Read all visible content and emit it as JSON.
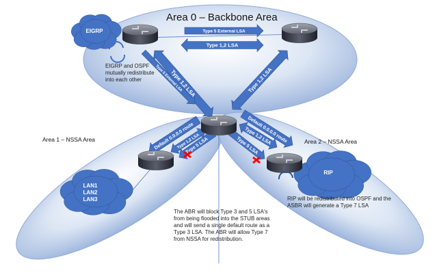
{
  "areas": {
    "area0": "Area 0 – Backbone Area",
    "area1": "Area 1 – NSSA Area",
    "area2": "Area 2 – NSSA Area"
  },
  "clouds": {
    "eigrp": "EIGRP",
    "lan": [
      "LAN1",
      "LAN2",
      "LAN3"
    ],
    "rip": "RIP"
  },
  "arrows": {
    "type5_external": "Type 5 External LSA",
    "type12_backbone": "Type 1,2 LSA",
    "left_type12": "Type 1,2 LSA",
    "left_type5ext": "Type 5 External LSA",
    "right_type12": "Type 1,2 LSA",
    "a1_default": "Default 0.0.0.0 route",
    "a1_type12": "Type 1,2 LSA",
    "a1_type5": "Type 5 LSA",
    "a2_default": "Default 0.0.0.0 route",
    "a2_type12": "Type 1,2 LSA",
    "a2_type5": "Type 5 LSA"
  },
  "notes": {
    "eigrp": "EIGRP and OSPF mutually redistribute into each other",
    "abr": "The ABR will block Type 3 and 5 LSA's from being flooded into the STUB areas and will send a single default route as a Type 3 LSA. The ABR will allow Type 7 from NSSA for redistribution.",
    "rip": "RIP will be redistributed into OSPF and the ASBR will generate a Type 7 LSA"
  },
  "colors": {
    "arrow": "#4472c4",
    "cloud": "#4472c4",
    "area_fill": "#b4c7e7",
    "blocked": "#ff0000"
  }
}
